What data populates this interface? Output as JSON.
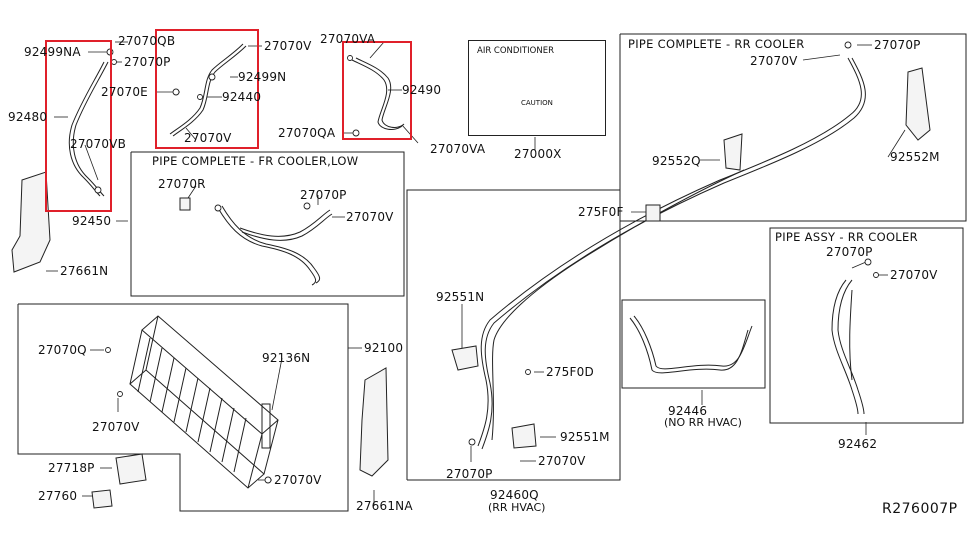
{
  "diagram": {
    "reference": "R276007P",
    "highlight_color": "#e0202a",
    "groups": {
      "pipe_fr_cooler_low": "PIPE COMPLETE - FR COOLER,LOW",
      "pipe_rr_cooler": "PIPE COMPLETE - RR COOLER",
      "pipe_assy_rr_cooler": "PIPE ASSY - RR COOLER",
      "pipe_92446_note": "(NO RR HVAC)",
      "pipe_92460q_note": "(RR HVAC)"
    },
    "placard": {
      "heading": "AIR CONDITIONER",
      "caution": "CAUTION",
      "part_no": "27000X"
    },
    "parts": {
      "p92499NA": "92499NA",
      "p27070QB": "27070QB",
      "p27070P_a": "27070P",
      "p92480": "92480",
      "p27070VB": "27070VB",
      "p27070E": "27070E",
      "p27070V_a": "27070V",
      "p92499N": "92499N",
      "p92440": "92440",
      "p27070V_b": "27070V",
      "p27070VA_a": "27070VA",
      "p92490": "92490",
      "p27070QA": "27070QA",
      "p27070VA_b": "27070VA",
      "p27070P_b": "27070P",
      "p27070V_c": "27070V",
      "p92552Q": "92552Q",
      "p92552M": "92552M",
      "p275F0F": "275F0F",
      "p27070R": "27070R",
      "p27070P_c": "27070P",
      "p27070V_d": "27070V",
      "p92450": "92450",
      "p27661N": "27661N",
      "p27070Q": "27070Q",
      "p92136N": "92136N",
      "p92100": "92100",
      "p27070V_e": "27070V",
      "p27070V_f": "27070V",
      "p27718P": "27718P",
      "p27760": "27760",
      "p27661NA": "27661NA",
      "p92551N": "92551N",
      "p275F0D": "275F0D",
      "p92551M": "92551M",
      "p27070P_d": "27070P",
      "p27070V_g": "27070V",
      "p92460Q": "92460Q",
      "p92446": "92446",
      "p27070P_e": "27070P",
      "p27070V_h": "27070V",
      "p92462": "92462"
    }
  }
}
